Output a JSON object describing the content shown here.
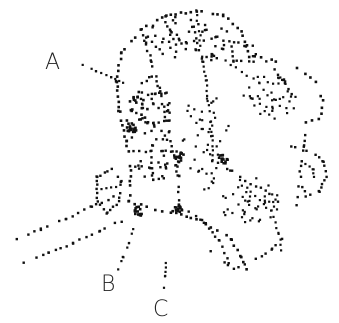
{
  "diagram": {
    "style": "dot-matrix line drawing",
    "ink_color": "#111111",
    "background_color": "#ffffff",
    "callouts": [
      {
        "id": "A",
        "label": "A"
      },
      {
        "id": "B",
        "label": "B"
      },
      {
        "id": "C",
        "label": "C"
      }
    ]
  }
}
